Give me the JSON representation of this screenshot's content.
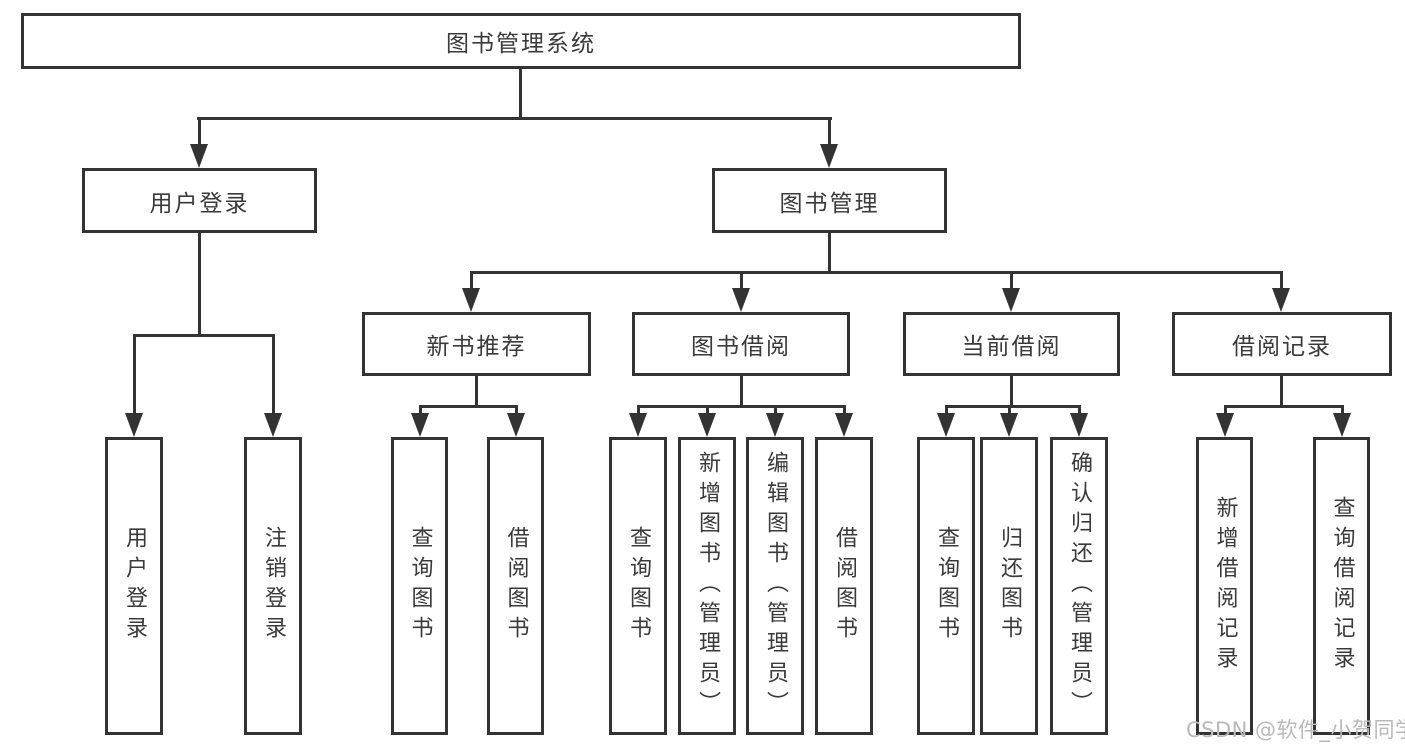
{
  "colors": {
    "line": "#333333",
    "text": "#3a3a3a",
    "background": "#ffffff",
    "watermark": "#b9b9b9"
  },
  "tree": {
    "label": "图书管理系统",
    "children": [
      {
        "label": "用户登录",
        "children": [
          {
            "label": "用户登录"
          },
          {
            "label": "注销登录"
          }
        ]
      },
      {
        "label": "图书管理",
        "children": [
          {
            "label": "新书推荐",
            "children": [
              {
                "label": "查询图书"
              },
              {
                "label": "借阅图书"
              }
            ]
          },
          {
            "label": "图书借阅",
            "children": [
              {
                "label": "查询图书"
              },
              {
                "label": "新增图书（管理员）"
              },
              {
                "label": "编辑图书（管理员）"
              },
              {
                "label": "借阅图书"
              }
            ]
          },
          {
            "label": "当前借阅",
            "children": [
              {
                "label": "查询图书"
              },
              {
                "label": "归还图书"
              },
              {
                "label": "确认归还（管理员）"
              }
            ]
          },
          {
            "label": "借阅记录",
            "children": [
              {
                "label": "新增借阅记录"
              },
              {
                "label": "查询借阅记录"
              }
            ]
          }
        ]
      }
    ]
  },
  "watermark": {
    "text": "CSDN @软件_小贺同学"
  }
}
